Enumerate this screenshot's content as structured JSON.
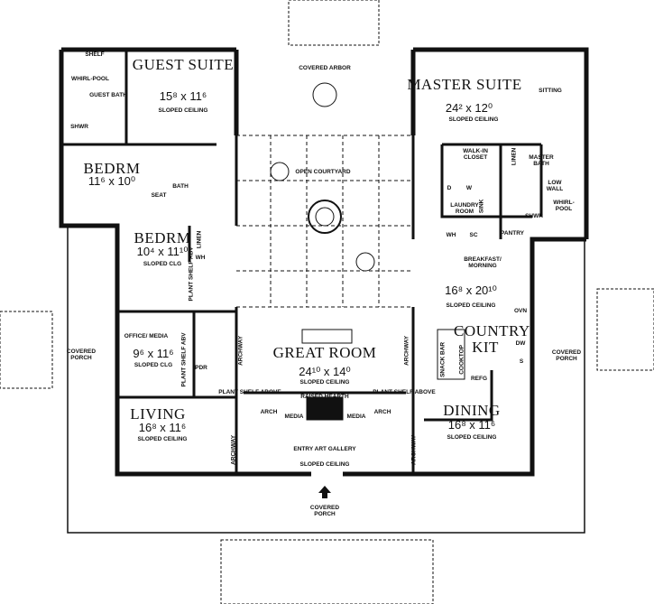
{
  "rooms": {
    "guest_suite": {
      "name": "GUEST SUITE",
      "dims": "15⁸ x 11⁶",
      "note": "SLOPED CEILING"
    },
    "guest_bath": "GUEST BATH",
    "whirlpool_guest": "WHIRL-POOL",
    "shelf_guest": "SHELF",
    "shwr_guest": "SHWR",
    "bedrm1": {
      "name": "BEDRM",
      "dims": "11⁶ x 10⁰"
    },
    "bath": "BATH",
    "seat": "SEAT",
    "bedrm2": {
      "name": "BEDRM",
      "dims": "10⁴ x 11¹⁰",
      "note": "SLOPED CLG"
    },
    "linen_left": "LINEN",
    "wh_left": "WH",
    "plant_shelf_1": "PLANT SHELF ABV",
    "office": {
      "name": "OFFICE/ MEDIA",
      "dims": "9⁶ x 11⁶",
      "note": "SLOPED CLG"
    },
    "plant_shelf_2": "PLANT SHELF ABV",
    "pdr": "PDR",
    "living": {
      "name": "LIVING",
      "dims": "16⁸ x 11⁶",
      "note": "SLOPED CEILING"
    },
    "covered_arbor": "COVERED ARBOR",
    "open_courtyard": "OPEN COURTYARD",
    "great_room": {
      "name": "GREAT ROOM",
      "dims": "24¹⁰ x 14⁰",
      "note": "SLOPED CEILING"
    },
    "raised_hearth": "RAISED HEARTH",
    "media": "MEDIA",
    "arch": "ARCH",
    "archway": "ARCHWAY",
    "plant_shelf_above": "PLANT SHELF ABOVE",
    "entry": {
      "name": "ENTRY ART GALLERY",
      "note": "SLOPED CEILING"
    },
    "master_suite": {
      "name": "MASTER SUITE",
      "dims": "24² x 12⁰",
      "note": "SLOPED CEILING"
    },
    "sitting": "SITTING",
    "walk_in_closet": "WALK-IN CLOSET",
    "linen_right": "LINEN",
    "master_bath": "MASTER BATH",
    "low_wall": "LOW WALL",
    "whirlpool_master": "WHIRL-POOL",
    "shwr_master": "SHWR",
    "laundry": "LAUNDRY ROOM",
    "sink": "SINK",
    "d": "D",
    "w": "W",
    "wh_right": "WH",
    "sc": "SC",
    "pantry": "PANTRY",
    "breakfast": {
      "name": "BREAKFAST/ MORNING",
      "dims": "16⁸ x 20¹⁰",
      "note": "SLOPED CEILING"
    },
    "country_kit": "COUNTRY KIT",
    "ovn": "OVN",
    "dw": "DW",
    "s": "S",
    "refg": "REFG",
    "cooktop": "COOKTOP",
    "snack_bar": "SNACK BAR",
    "dining": {
      "name": "DINING",
      "dims": "16⁸ x 11⁶",
      "note": "SLOPED CEILING"
    },
    "covered_porch_left": "COVERED PORCH",
    "covered_porch_right": "COVERED PORCH",
    "covered_porch_bottom": "COVERED PORCH"
  },
  "colors": {
    "ink": "#111111",
    "background": "#ffffff"
  },
  "icons": [
    "ceiling-fan-icon",
    "plant-icon",
    "entry-arrow-icon",
    "fountain-icon"
  ]
}
